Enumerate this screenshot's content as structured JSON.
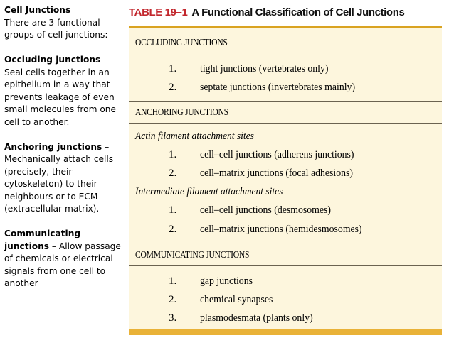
{
  "left_panel": {
    "heading": "Cell Junctions",
    "intro": "There are 3 functional groups of cell junctions:-",
    "occluding_term": "Occluding junctions",
    "occluding_desc": " – Seal cells together in an epithelium in a way that prevents leakage of even small molecules from one cell to another.",
    "anchoring_term": "Anchoring junctions",
    "anchoring_desc": " – Mechanically attach cells (precisely, their cytoskeleton) to their neighbours or to ECM (extracellular matrix).",
    "communicating_term": "Communicating junctions",
    "communicating_desc": " – Allow passage of chemicals or electrical signals from one cell to another"
  },
  "table": {
    "title_number": "TABLE 19–1",
    "title_text": "A Functional Classification of Cell Junctions",
    "occluding": {
      "heading": "Occluding Junctions",
      "items": [
        {
          "num": "1.",
          "text": "tight junctions (vertebrates only)"
        },
        {
          "num": "2.",
          "text": "septate junctions (invertebrates mainly)"
        }
      ]
    },
    "anchoring": {
      "heading": "Anchoring Junctions",
      "actin_subheading": "Actin filament attachment sites",
      "actin_items": [
        {
          "num": "1.",
          "text": "cell–cell junctions (adherens junctions)"
        },
        {
          "num": "2.",
          "text": "cell–matrix junctions (focal adhesions)"
        }
      ],
      "intermediate_subheading": "Intermediate filament attachment sites",
      "intermediate_items": [
        {
          "num": "1.",
          "text": "cell–cell junctions (desmosomes)"
        },
        {
          "num": "2.",
          "text": "cell–matrix junctions (hemidesmosomes)"
        }
      ]
    },
    "communicating": {
      "heading": "Communicating Junctions",
      "items": [
        {
          "num": "1.",
          "text": "gap junctions"
        },
        {
          "num": "2.",
          "text": "chemical synapses"
        },
        {
          "num": "3.",
          "text": "plasmodesmata (plants only)"
        }
      ]
    }
  },
  "colors": {
    "title_red": "#c2272d",
    "table_bg": "#fdf6dd",
    "accent_gold": "#e9b238"
  }
}
